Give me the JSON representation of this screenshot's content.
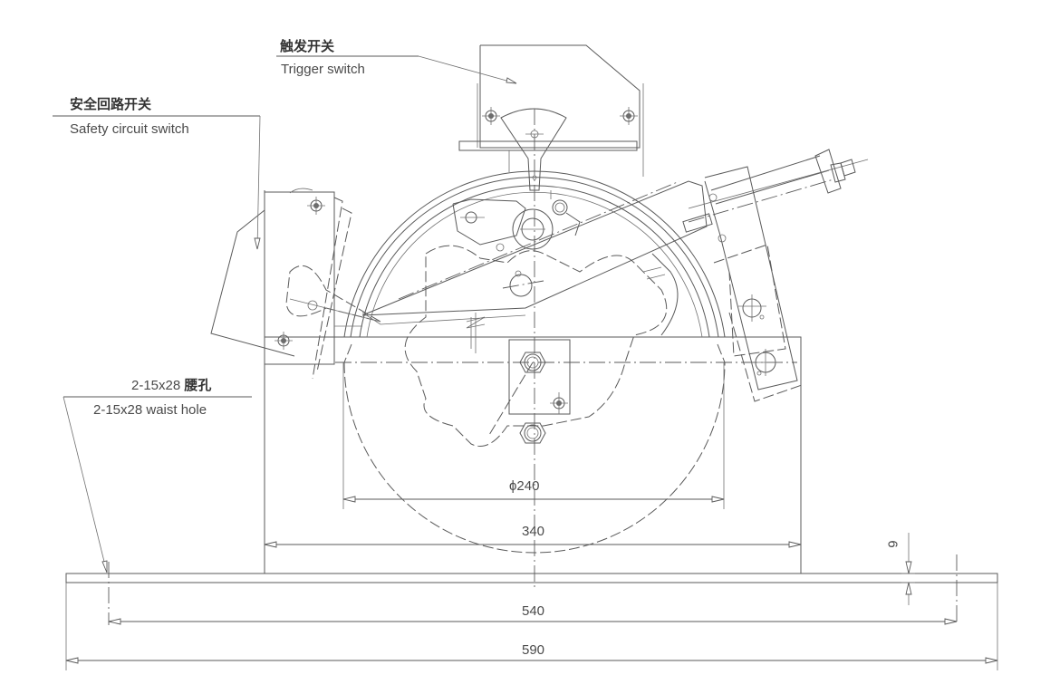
{
  "callouts": {
    "trigger_switch": {
      "cn": "触发开关",
      "en": "Trigger switch"
    },
    "safety_circuit_switch": {
      "cn": "安全回路开关",
      "en": "Safety circuit switch"
    },
    "waist_hole": {
      "cn_prefix": "2-15x28 ",
      "cn": "腰孔",
      "en": "2-15x28 waist hole"
    }
  },
  "dimensions": {
    "sheave_diameter": "ϕ240",
    "frame_width": "340",
    "hole_spacing": "540",
    "base_length": "590",
    "base_thickness": "6"
  }
}
